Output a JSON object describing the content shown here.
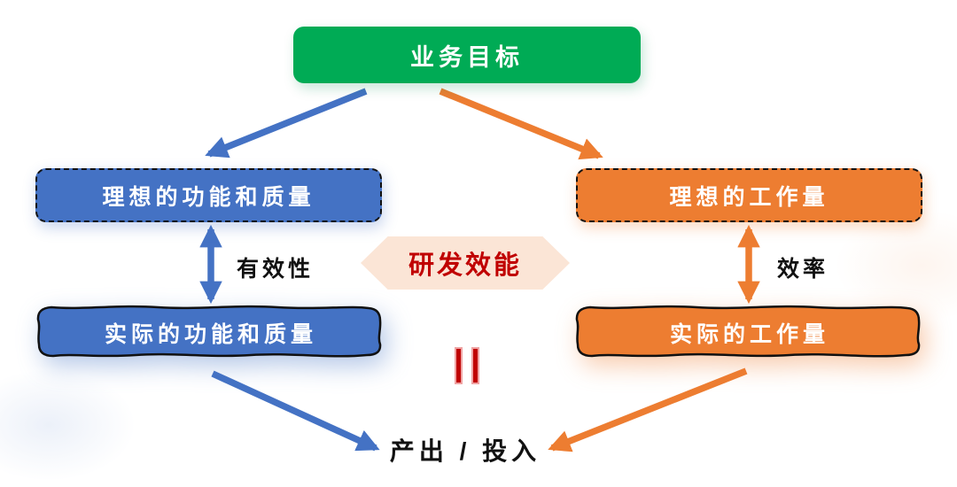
{
  "diagram": {
    "nodes": {
      "business_goal": {
        "label": "业务目标",
        "color": "#00AB55",
        "border": "rounded-solid"
      },
      "ideal_quality": {
        "label": "理想的功能和质量",
        "color": "#4472C4",
        "border": "dashed"
      },
      "ideal_workload": {
        "label": "理想的工作量",
        "color": "#ED7D31",
        "border": "dashed"
      },
      "actual_quality": {
        "label": "实际的功能和质量",
        "color": "#4472C4",
        "border": "hand-drawn-wavy"
      },
      "actual_workload": {
        "label": "实际的工作量",
        "color": "#ED7D31",
        "border": "hand-drawn-wavy"
      }
    },
    "center": {
      "label": "研发效能",
      "text_color": "#C00000",
      "fill": "#FBE5D6",
      "shape": "hexagon"
    },
    "edge_labels": {
      "effectiveness": "有效性",
      "efficiency": "效率"
    },
    "equation": {
      "equals_icon": "rotated-equals",
      "equals_color": "#C00000",
      "result_label": "产出 / 投入"
    },
    "arrow_colors": {
      "blue": "#4472C4",
      "orange": "#ED7D31"
    }
  }
}
